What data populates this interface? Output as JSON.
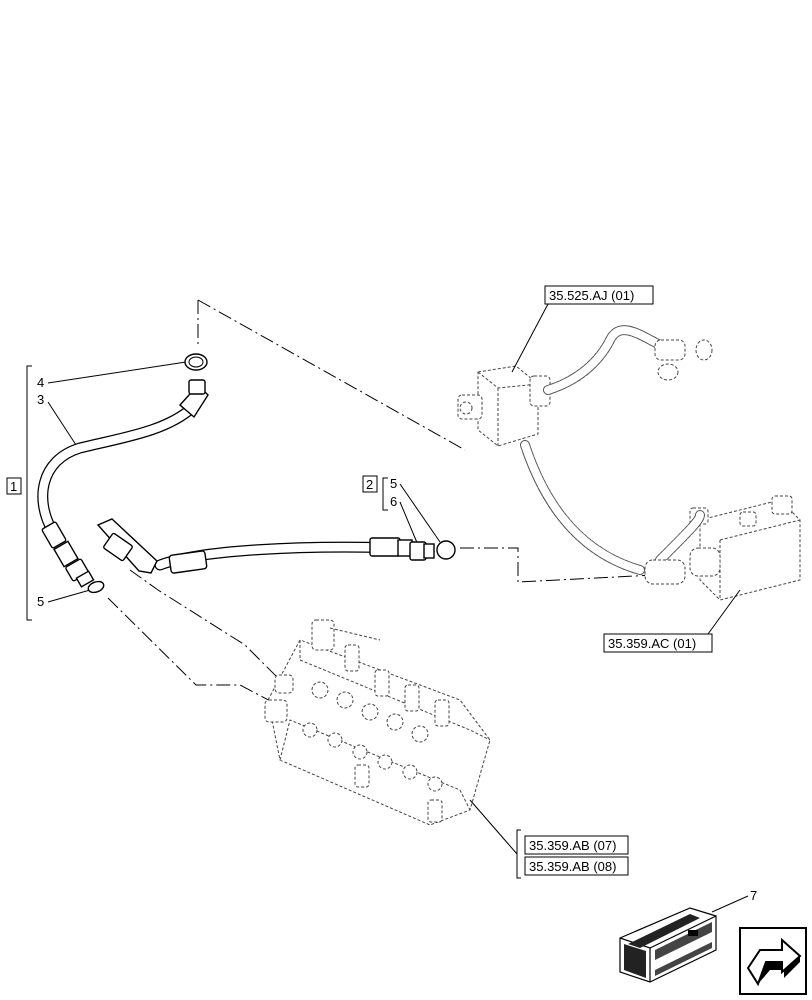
{
  "callouts": {
    "item_1": "1",
    "item_2": "2",
    "item_3": "3",
    "item_4": "4",
    "item_5_left": "5",
    "item_5_right": "5",
    "item_6": "6",
    "item_7": "7"
  },
  "references": {
    "ref_525_aj": "35.525.AJ (01)",
    "ref_359_ac": "35.359.AC (01)",
    "ref_359_ab_07": "35.359.AB (07)",
    "ref_359_ab_08": "35.359.AB (08)"
  },
  "icons": {
    "kit_box": "kit-box-icon",
    "navigation": "next-page-arrow-icon"
  }
}
